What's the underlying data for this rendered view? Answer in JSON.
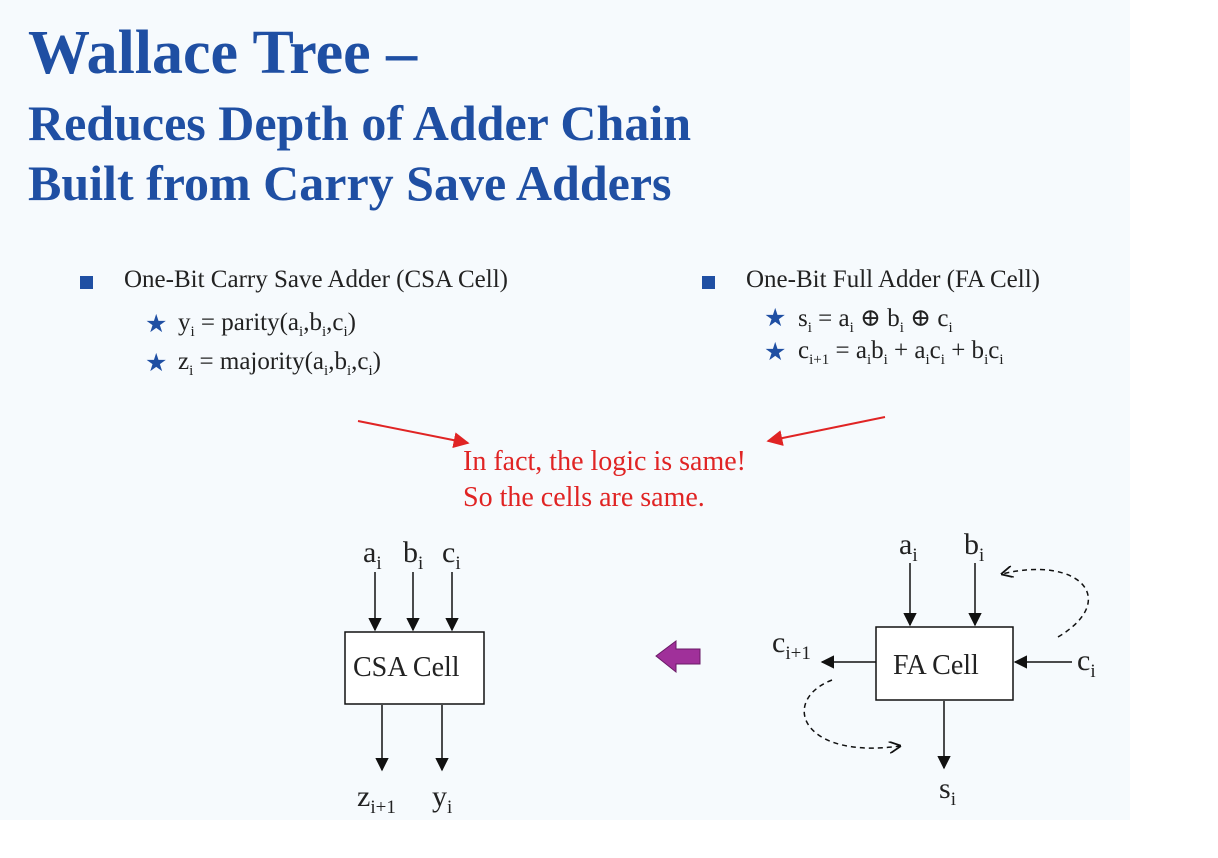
{
  "title": {
    "line1": "Wallace Tree –",
    "line2": "Reduces Depth of Adder Chain",
    "line3": "Built from Carry Save Adders"
  },
  "left_column": {
    "heading": "One-Bit Carry Save Adder (CSA Cell)",
    "formula1": {
      "lhs": "y",
      "lhs_sub": "i",
      "rhs": " = parity(a",
      "s1": "i",
      "t1": ",b",
      "s2": "i",
      "t2": ",c",
      "s3": "i",
      "t3": ")"
    },
    "formula2": {
      "lhs": "z",
      "lhs_sub": "i",
      "rhs": " = majority(a",
      "s1": "i",
      "t1": ",b",
      "s2": "i",
      "t2": ",c",
      "s3": "i",
      "t3": ")"
    }
  },
  "right_column": {
    "heading": "One-Bit Full Adder (FA Cell)",
    "formula1": {
      "lhs": "s",
      "lhs_sub": "i",
      "rhs": " = a",
      "s1": "i",
      "t1": " ⊕ b",
      "s2": "i",
      "t2": " ⊕ c",
      "s3": "i",
      "t3": ""
    },
    "formula2": {
      "lhs": "c",
      "lhs_sub": "i+1",
      "rhs": " = a",
      "s1": "i",
      "t1": "b",
      "s2": "i",
      "t2": " + a",
      "s3": "i",
      "t3": "c",
      "s4": "i",
      "t4": " + b",
      "s5": "i",
      "t5": "c",
      "s6": "i"
    }
  },
  "note": {
    "line1": "In fact, the logic is same!",
    "line2": "So the cells are same."
  },
  "csa_diagram": {
    "cell_label": "CSA Cell",
    "in_a": "a",
    "in_a_sub": "i",
    "in_b": "b",
    "in_b_sub": "i",
    "in_c": "c",
    "in_c_sub": "i",
    "out_z": "z",
    "out_z_sub": "i+1",
    "out_y": "y",
    "out_y_sub": "i"
  },
  "fa_diagram": {
    "cell_label": "FA Cell",
    "in_a": "a",
    "in_a_sub": "i",
    "in_b": "b",
    "in_b_sub": "i",
    "in_c": "c",
    "in_c_sub": "i",
    "out_c": "c",
    "out_c_sub": "i+1",
    "out_s": "s",
    "out_s_sub": "i"
  },
  "colors": {
    "title": "#1f4fa3",
    "note": "#e02424",
    "arrow_block": "#a0309a"
  }
}
